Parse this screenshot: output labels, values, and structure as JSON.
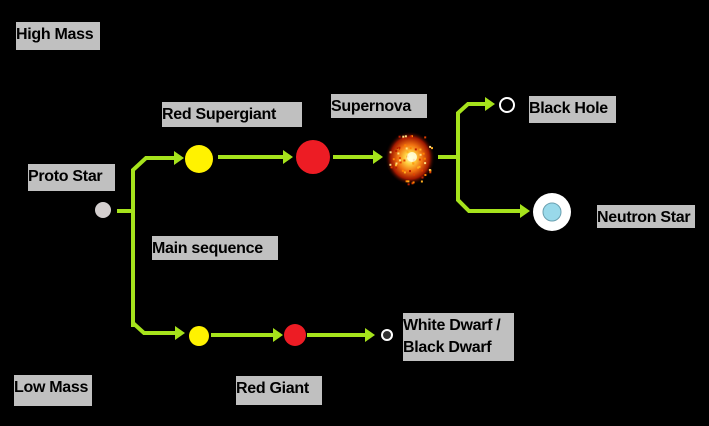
{
  "labels": {
    "high_mass": "High Mass",
    "low_mass": "Low Mass",
    "proto_star": "Proto Star",
    "main_sequence": "Main sequence",
    "red_supergiant": "Red Supergiant",
    "supernova": "Supernova",
    "black_hole": "Black Hole",
    "neutron_star": "Neutron Star",
    "white_black_dwarf": "White Dwarf /\nBlack Dwarf",
    "red_giant": "Red Giant"
  },
  "colors": {
    "background": "#000000",
    "arrow": "#a6e31c",
    "label_bg": "#c0c0c0",
    "proto_star": "#d4cfcf",
    "yellow_star": "#fff200",
    "red_star": "#ed1c24",
    "neutron_star_core": "#99d9ea",
    "white": "#ffffff",
    "dwarf_core": "#333333"
  },
  "nodes": [
    {
      "id": "proto-star",
      "type": "proto"
    },
    {
      "id": "main-sequence-star-high",
      "type": "yellow"
    },
    {
      "id": "red-supergiant-star",
      "type": "red"
    },
    {
      "id": "supernova-burst",
      "type": "supernova"
    },
    {
      "id": "black-hole-node",
      "type": "black-hole"
    },
    {
      "id": "neutron-star-node",
      "type": "neutron"
    },
    {
      "id": "main-sequence-star-low",
      "type": "yellow"
    },
    {
      "id": "red-giant-star",
      "type": "red"
    },
    {
      "id": "white-dwarf-node",
      "type": "dwarf"
    }
  ]
}
